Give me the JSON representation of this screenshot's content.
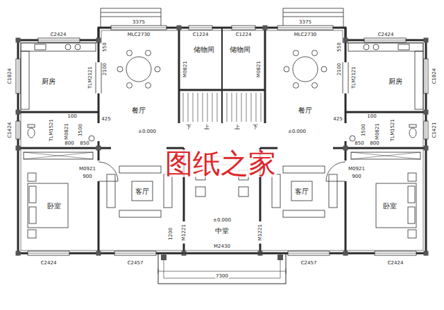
{
  "diagram": {
    "nodes": [
      {
        "text": [
          "厨房"
        ]
      },
      {
        "text": [
          "餐厅"
        ]
      },
      {
        "text": [
          "储物间"
        ]
      },
      {
        "text": [
          "储物间"
        ]
      },
      {
        "text": [
          "餐厅"
        ]
      },
      {
        "text": [
          "厨房"
        ]
      },
      {
        "text": [
          "卧室"
        ]
      },
      {
        "text": [
          "客厅"
        ]
      },
      {
        "text": [
          "中堂"
        ]
      },
      {
        "text": [
          "客厅"
        ]
      },
      {
        "text": [
          "卧室"
        ]
      }
    ],
    "labels": [
      "3375",
      "MLC2730",
      "C1224",
      "C1224",
      "3375",
      "MLC2730",
      "C2424",
      "C2424",
      "C1824",
      "C1424",
      "C1824",
      "C1421",
      "550",
      "2100",
      "550",
      "2100",
      "TLM2121",
      "TLM2121",
      "M0821",
      "M0821",
      "下",
      "上",
      "上",
      "下",
      "±0.000",
      "±0.000",
      "425",
      "425",
      "100",
      "TLM1521",
      "1500",
      "M0821",
      "800",
      "850",
      "100",
      "TLM1521",
      "1500",
      "M0821",
      "800",
      "850",
      "M0921",
      "900",
      "M0921",
      "900",
      "±0.000",
      "M1221",
      "M1221",
      "1200",
      "M2430",
      "C2424",
      "C2457",
      "C2457",
      "C2424",
      "7300",
      "图纸之家"
    ]
  }
}
